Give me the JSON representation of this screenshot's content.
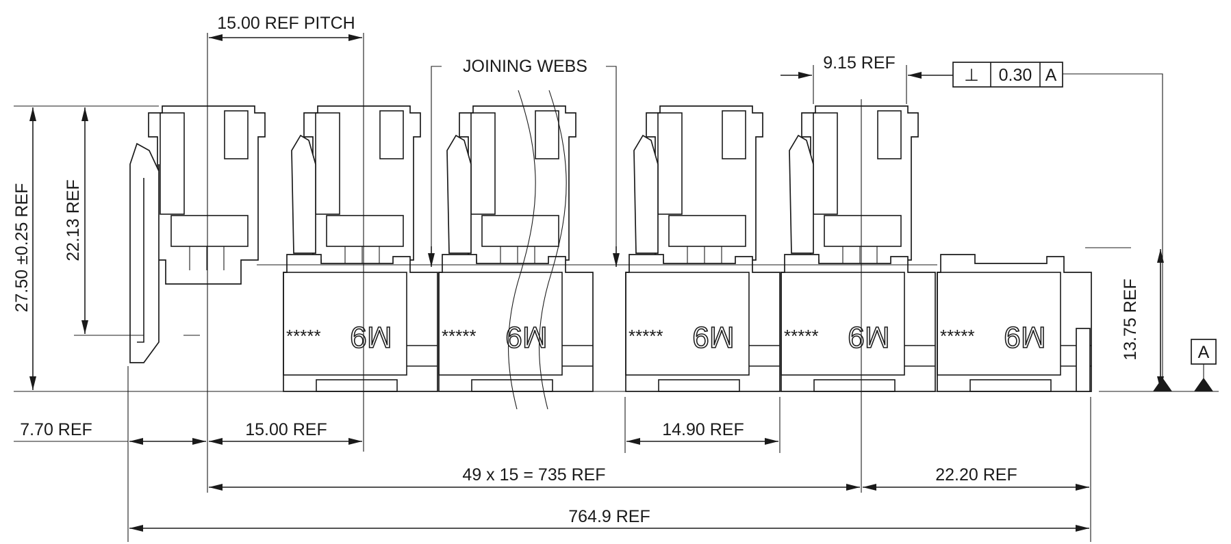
{
  "dims": {
    "pitch_top": "15.00 REF PITCH",
    "joining_webs": "JOINING WEBS",
    "width_915": "9.15 REF",
    "gdt_symbol": "⊥",
    "gdt_value": "0.30",
    "gdt_datum": "A",
    "datum_a": "A",
    "height_2750": "27.50 ±0.25 REF",
    "height_2213": "22.13 REF",
    "height_1375": "13.75 REF",
    "left_770": "7.70 REF",
    "pitch_1500": "15.00 REF",
    "width_1490": "14.90 REF",
    "total_735": "49 x 15 = 735 REF",
    "end_2220": "22.20 REF",
    "overall_7649": "764.9 REF"
  },
  "marking": {
    "stars": "*****",
    "code": "M9"
  }
}
